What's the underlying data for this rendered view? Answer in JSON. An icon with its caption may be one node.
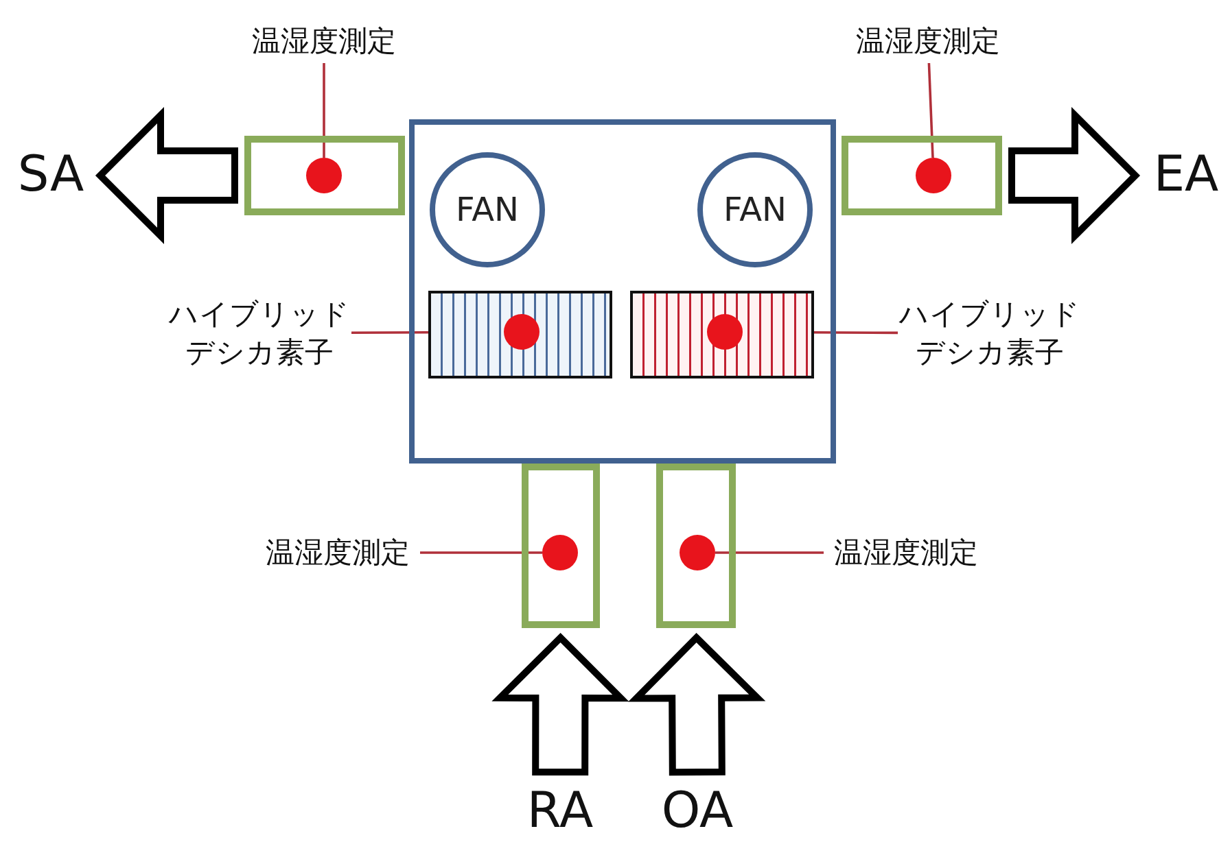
{
  "diagram": {
    "nodes": [
      {
        "text": [
          "温湿度測定"
        ]
      },
      {
        "text": [
          "温湿度測定"
        ]
      },
      {
        "text": [
          "SA"
        ]
      },
      {
        "text": [],
        "shape": "box"
      },
      {
        "text": [],
        "shape": "circle",
        "in": 3
      },
      {
        "text": [],
        "shape": "box"
      },
      {
        "text": [
          "FAN"
        ],
        "in": 5
      },
      {
        "text": [
          "FAN"
        ],
        "in": 5
      },
      {
        "text": [],
        "shape": "box",
        "in": 5
      },
      {
        "text": [],
        "shape": "circle",
        "in": 8
      },
      {
        "text": [],
        "shape": "box",
        "in": 5
      },
      {
        "text": [],
        "shape": "circle",
        "in": 10
      },
      {
        "text": [],
        "shape": "box"
      },
      {
        "text": [],
        "shape": "circle",
        "in": 12
      },
      {
        "text": [
          "EA"
        ]
      },
      {
        "text": [
          "ハイブリッドデシカ素子"
        ]
      },
      {
        "text": [
          "ハイブリッドデシカ素子"
        ]
      },
      {
        "text": [
          "温湿度測定"
        ]
      },
      {
        "text": [],
        "shape": "box"
      },
      {
        "text": [],
        "shape": "circle",
        "in": 18
      },
      {
        "text": [],
        "shape": "box"
      },
      {
        "text": [],
        "shape": "circle",
        "in": 20
      },
      {
        "text": [
          "温湿度測定"
        ]
      },
      {
        "text": [
          "RA"
        ]
      },
      {
        "text": [
          "OA"
        ]
      }
    ],
    "edges": [
      {
        "from": 0,
        "to": 4,
        "arrow": "none"
      },
      {
        "from": 1,
        "to": 13,
        "arrow": "none"
      },
      {
        "from": 15,
        "to": 9,
        "arrow": "none"
      },
      {
        "from": 16,
        "to": 11,
        "arrow": "none"
      },
      {
        "from": 17,
        "to": 19,
        "arrow": "none"
      },
      {
        "from": 22,
        "to": 21,
        "arrow": "none"
      },
      {
        "from": 3,
        "to": 2,
        "arrow": "to",
        "style": "thick",
        "color": "#000000"
      },
      {
        "from": 12,
        "to": 14,
        "arrow": "to",
        "style": "thick",
        "color": "#000000"
      },
      {
        "from": 23,
        "to": 18,
        "arrow": "to",
        "style": "thick",
        "color": "#000000"
      },
      {
        "from": 24,
        "to": 20,
        "arrow": "to",
        "style": "thick",
        "color": "#000000"
      }
    ]
  }
}
